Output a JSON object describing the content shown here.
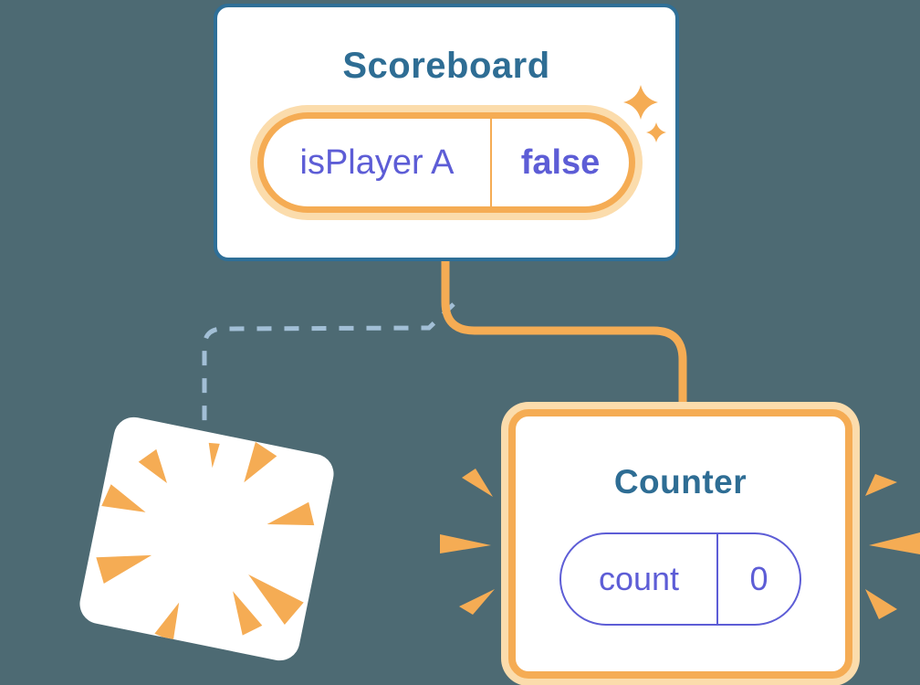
{
  "colors": {
    "background": "#4D6A73",
    "card-bg": "#FFFFFF",
    "card-border-blue": "#2F6F97",
    "title-blue": "#2E6D94",
    "accent-orange": "#F5AC54",
    "pale-orange": "#FBDCAC",
    "state-purple": "#5D5DD6",
    "dashed-line-blue": "#A2BFD6"
  },
  "scoreboard": {
    "title": "Scoreboard",
    "state_pill": {
      "name": "isPlayer A",
      "value": "false"
    }
  },
  "counter": {
    "title": "Counter",
    "state_pill": {
      "name": "count",
      "value": "0"
    }
  },
  "icons": {
    "sparkles": "sparkles-icon",
    "poof": "poof-burst-icon",
    "emphasis_left": "emphasis-burst-left-icon",
    "emphasis_right": "emphasis-burst-right-icon",
    "connector_active": "connector-solid-active",
    "connector_removed": "connector-dashed-removed"
  }
}
